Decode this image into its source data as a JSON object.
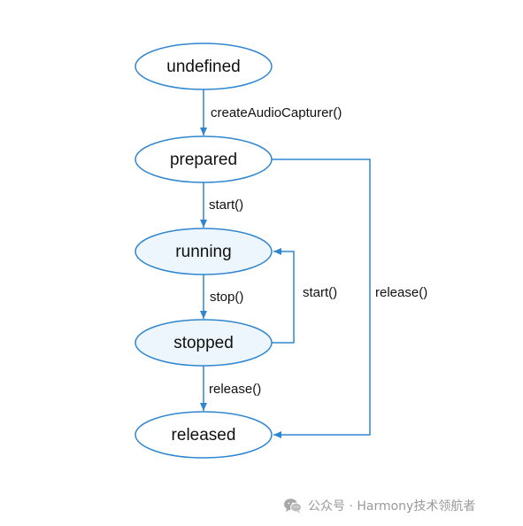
{
  "colors": {
    "stroke": "#2f86cf",
    "node_fill": "#ffffff",
    "node_fill_highlight": "#ecf6fc",
    "text": "#111111",
    "watermark": "#9a9a9a"
  },
  "nodes": {
    "undefined": "undefined",
    "prepared": "prepared",
    "running": "running",
    "stopped": "stopped",
    "released": "released"
  },
  "edges": {
    "create": "createAudioCapturer()",
    "start_prepared": "start()",
    "stop": "stop()",
    "start_stopped": "start()",
    "release_stopped": "release()",
    "release_prepared": "release()"
  },
  "watermark": {
    "text": "公众号 · Harmony技术领航者",
    "icon": "wechat-icon"
  }
}
